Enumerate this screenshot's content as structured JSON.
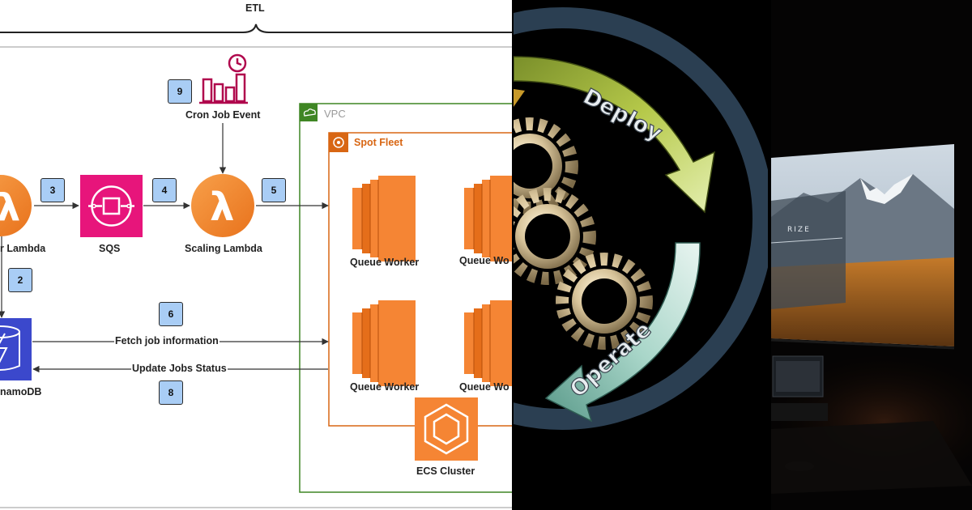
{
  "diagram": {
    "bracket_label": "ETL",
    "nodes": {
      "trigger_lambda": "r Lambda",
      "sqs": "SQS",
      "scaling_lambda": "Scaling Lambda",
      "cron": "Cron Job Event",
      "dynamodb": "namoDB",
      "worker_1": "Queue Worker",
      "worker_2": "Queue Wo",
      "worker_3": "Queue Worker",
      "worker_4": "Queue Wo",
      "ecs": "ECS Cluster"
    },
    "groups": {
      "vpc": "VPC",
      "spot_fleet": "Spot Fleet"
    },
    "badges": [
      "2",
      "3",
      "4",
      "5",
      "6",
      "8",
      "9"
    ],
    "edges": {
      "fetch": "Fetch job information",
      "update": "Update Jobs Status"
    },
    "colors": {
      "lambda": "#f58534",
      "sqs": "#e7157b",
      "cron": "#b0084d",
      "dynamodb": "#3b48cc",
      "ec2": "#f58534",
      "vpc": "#3f8624",
      "spot": "#d86613"
    }
  },
  "cycle": {
    "deploy": "Deploy",
    "operate": "Operate"
  },
  "photo": {
    "screen_text": "RIZE"
  }
}
